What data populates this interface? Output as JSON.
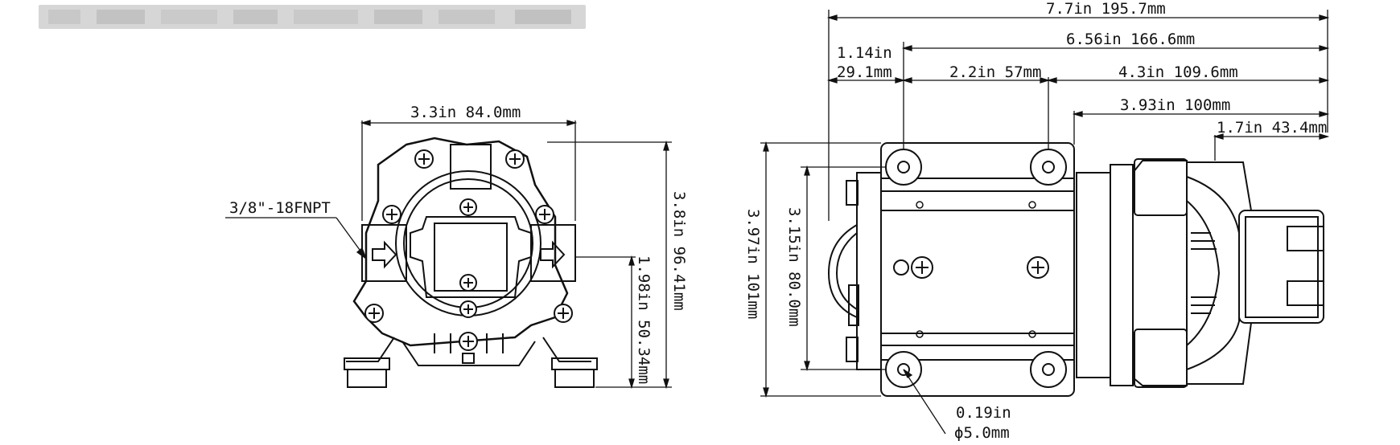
{
  "header": {
    "redacted_text_present": true
  },
  "colors": {
    "line": "#111111",
    "blur": "#d6d6d6",
    "background": "#ffffff"
  },
  "front_view": {
    "thread_label": "3/8\"-18FNPT",
    "width_label": "3.3in 84.0mm",
    "height_label": "3.8in 96.41mm",
    "port_height_label": "1.98in 50.34mm"
  },
  "side_view": {
    "overall_length_label": "7.7in 195.7mm",
    "hole_to_end_label": "6.56in 166.6mm",
    "edge_to_hole_in": "1.14in",
    "edge_to_hole_mm": "29.1mm",
    "hole_spacing_label": "2.2in 57mm",
    "hole_to_end2_label": "4.3in 109.6mm",
    "body_to_end_label": "3.93in 100mm",
    "head_length_label": "1.7in 43.4mm",
    "overall_height_label": "3.97in 101mm",
    "mount_spacing_label": "3.15in 80.0mm",
    "hole_diameter_in": "0.19in",
    "hole_diameter_mm": "ϕ5.0mm"
  }
}
